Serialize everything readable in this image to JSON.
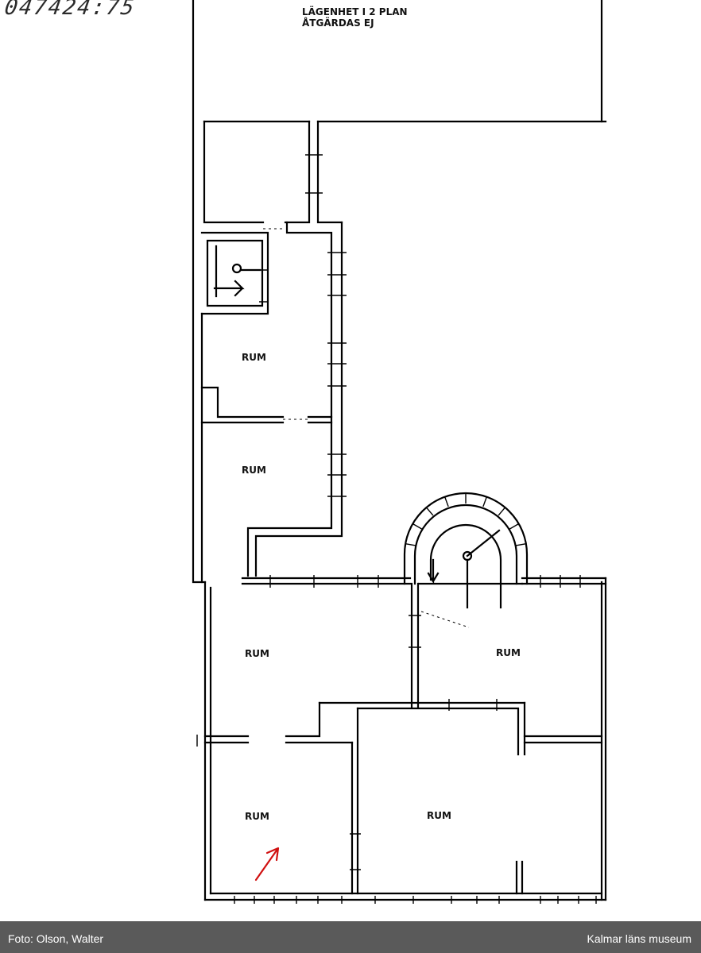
{
  "archive_number": "047424:75",
  "header_note": {
    "line1": "LÄGENHET I 2 PLAN",
    "line2": "ÅTGÄRDAS EJ"
  },
  "rooms": [
    "RUM",
    "RUM",
    "RUM",
    "RUM",
    "RUM",
    "RUM"
  ],
  "footer": {
    "photographer": "Foto: Olson, Walter",
    "institution": "Kalmar läns museum"
  },
  "colors": {
    "line": "#000000",
    "annotation_arrow": "#d01010",
    "footer_bg": "#5a5a5a"
  }
}
